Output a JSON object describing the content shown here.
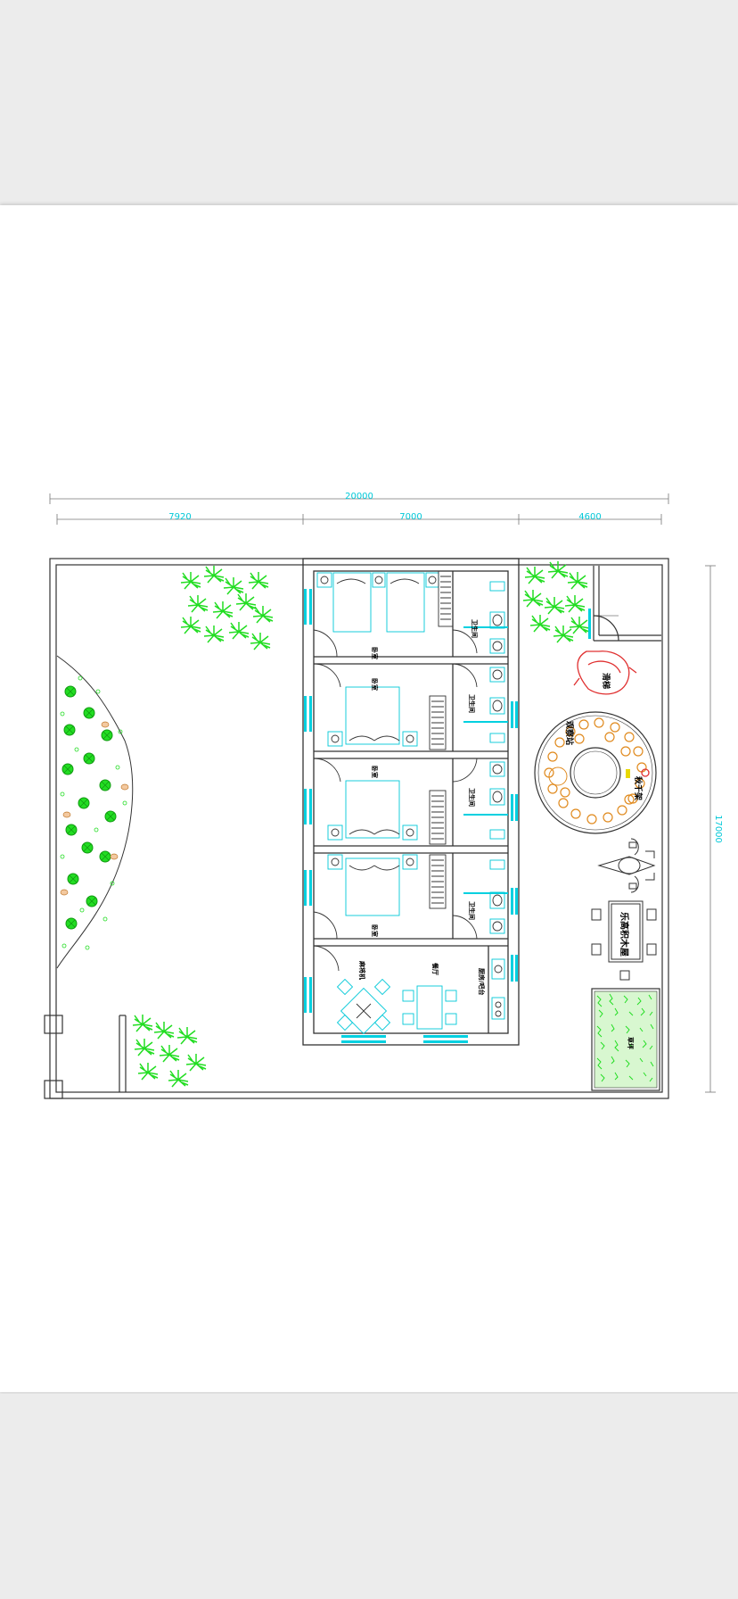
{
  "drawing": {
    "dimensions": {
      "total_width": "20000",
      "seg_a": "7920",
      "seg_b": "7000",
      "seg_c": "4600",
      "total_height": "17000"
    },
    "rooms": {
      "bedroom_1": "卧室",
      "bedroom_2": "卧室",
      "bedroom_3": "卧室",
      "bedroom_4": "卧室",
      "bath_1": "卫生间",
      "bath_2": "卫生间",
      "bath_3": "卫生间",
      "bath_4": "卫生间",
      "dining": "餐厅",
      "mahjong": "麻将机",
      "kitchen": "厨房/吧台"
    },
    "features": {
      "slide": "滑梯",
      "sandpit": "观察站",
      "swing": "秋千架",
      "sign": "乐高积木屋",
      "lawn": "草坪"
    }
  },
  "colors": {
    "cyan": "#00d0e0",
    "green": "#22dd22",
    "wall": "#333333",
    "sand": "#e08a1e",
    "red": "#e03030"
  }
}
